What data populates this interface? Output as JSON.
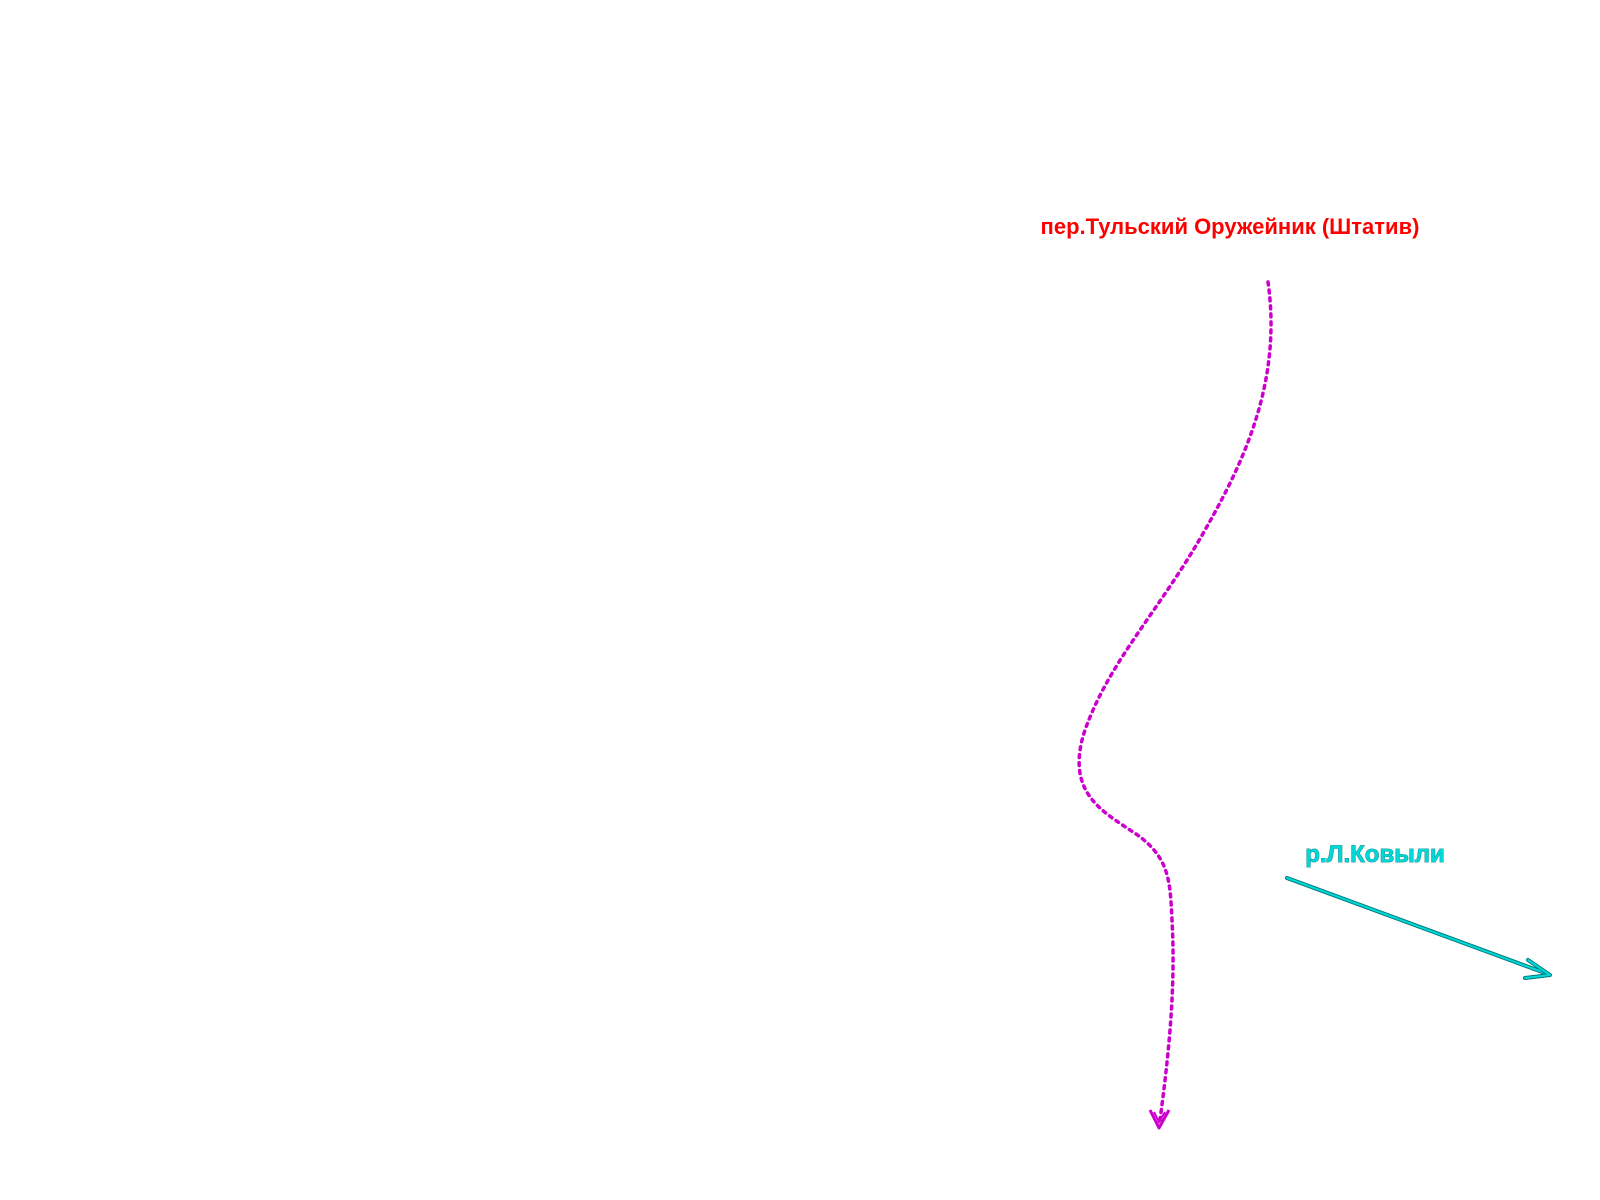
{
  "map": {
    "labels": {
      "pass": "пер.Тульский Оружейник (Штатив)",
      "river": "р.Л.Ковыли"
    },
    "colors": {
      "pass_label": "#ff0000",
      "route": "#cc00cc",
      "river": "#00d8d8",
      "river_outline": "#007a7a",
      "background": "#ffffff"
    },
    "icons": {
      "route_arrow": "arrowhead-down",
      "river_arrow": "arrowhead-right"
    }
  }
}
